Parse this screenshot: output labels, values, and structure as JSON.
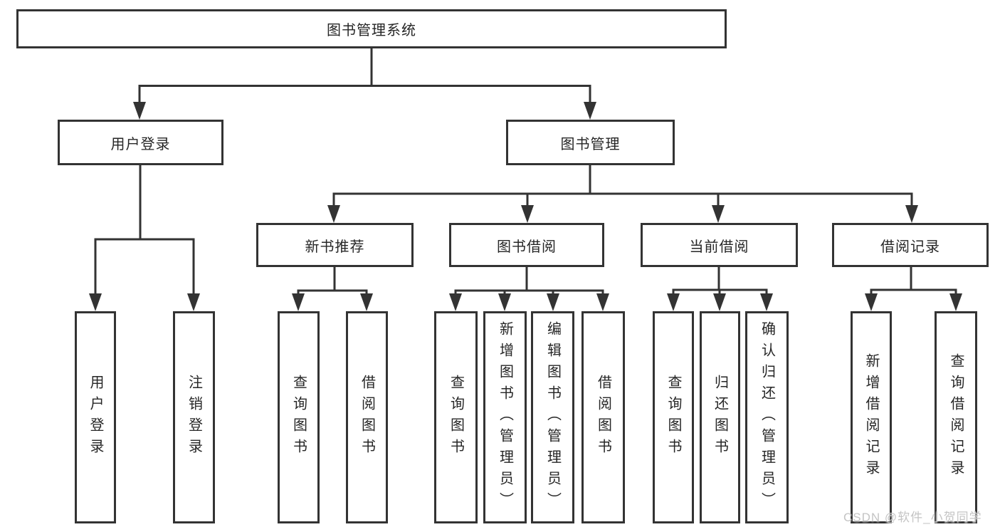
{
  "diagram": {
    "title": "图书管理系统",
    "root": {
      "label": "图书管理系统"
    },
    "branches": [
      {
        "label": "用户登录",
        "children": [
          {
            "label": "用户登录"
          },
          {
            "label": "注销登录"
          }
        ]
      },
      {
        "label": "图书管理",
        "children": [
          {
            "label": "新书推荐",
            "children": [
              {
                "label": "查询图书"
              },
              {
                "label": "借阅图书"
              }
            ]
          },
          {
            "label": "图书借阅",
            "children": [
              {
                "label": "查询图书"
              },
              {
                "label": "新增图书（管理员）"
              },
              {
                "label": "编辑图书（管理员）"
              },
              {
                "label": "借阅图书"
              }
            ]
          },
          {
            "label": "当前借阅",
            "children": [
              {
                "label": "查询图书"
              },
              {
                "label": "归还图书"
              },
              {
                "label": "确认归还（管理员）"
              }
            ]
          },
          {
            "label": "借阅记录",
            "children": [
              {
                "label": "新增借阅记录"
              },
              {
                "label": "查询借阅记录"
              }
            ]
          }
        ]
      }
    ]
  },
  "watermark": {
    "text": "CSDN @软件_小贺同学"
  },
  "colors": {
    "line": "#333333",
    "box_border": "#333333",
    "box_background": "#ffffff",
    "text": "#262626",
    "watermark_text": "#c4c4c4",
    "background": "#ffffff"
  }
}
